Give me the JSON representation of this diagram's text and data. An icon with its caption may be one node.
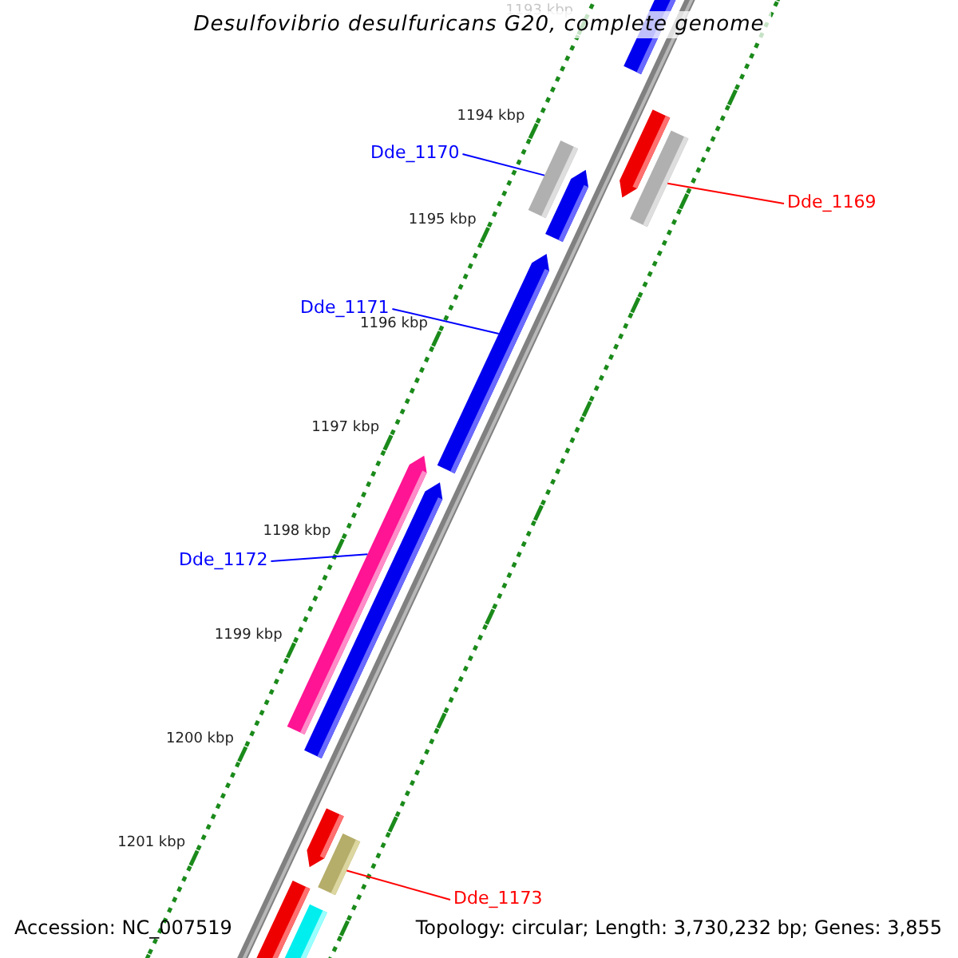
{
  "diagram": {
    "title": "Desulfovibrio desulfuricans G20, complete genome",
    "nodes": [
      {
        "text": [
          "Dde_1170"
        ]
      },
      {
        "text": [
          "Dde_1169"
        ]
      },
      {
        "text": [
          "Dde_1171"
        ]
      },
      {
        "text": [
          "Dde_1172"
        ]
      },
      {
        "text": [
          "Dde_1173"
        ]
      },
      {
        "text": [],
        "shape": "box"
      },
      {
        "text": [],
        "shape": "box"
      },
      {
        "text": [],
        "shape": "arrow"
      },
      {
        "text": [],
        "shape": "arrow"
      },
      {
        "text": [],
        "shape": "box"
      }
    ],
    "edges": [
      {
        "from": 0,
        "to": 6,
        "arrow": "none"
      },
      {
        "from": 1,
        "to": 5,
        "arrow": "none",
        "color": "#ff0000"
      },
      {
        "from": 2,
        "to": 7,
        "arrow": "none"
      },
      {
        "from": 3,
        "to": 8,
        "arrow": "none"
      },
      {
        "from": 4,
        "to": 9,
        "arrow": "none",
        "color": "#ff0000"
      }
    ],
    "labels": [
      "1193 kbp",
      "1194 kbp",
      "1195 kbp",
      "1196 kbp",
      "1197 kbp",
      "1198 kbp",
      "1199 kbp",
      "1200 kbp",
      "1201 kbp",
      "Accession: NC_007519",
      "Topology: circular; Length: 3,730,232 bp; Genes: 3,855"
    ]
  }
}
